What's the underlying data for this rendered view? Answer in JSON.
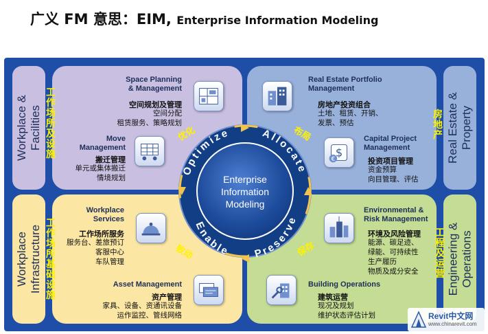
{
  "title": {
    "main": "广义 FM 意思：EIM,",
    "sub": "Enterprise Information Modeling"
  },
  "sides": {
    "workplace_facilities": {
      "en": [
        "Workplace &",
        "Facilities"
      ],
      "zh": "工作场所及设施"
    },
    "real_estate": {
      "en": [
        "Real Estate &",
        "Property"
      ],
      "zh": "房地产"
    },
    "workplace_infrastructure": {
      "en": [
        "Workplace",
        "Infrastructure"
      ],
      "zh": "工作场所基础设施"
    },
    "engineering": {
      "en": [
        "Engineering &",
        "Operations"
      ],
      "zh": "工程及运营"
    }
  },
  "sections": {
    "space": {
      "en": [
        "Space Planning",
        "& Management"
      ],
      "zh_title": "空间规划及管理",
      "zh_lines": [
        "空间分配",
        "租赁服务、策略规划"
      ]
    },
    "move": {
      "en": [
        "Move",
        "Management"
      ],
      "zh_title": "搬迁管理",
      "zh_lines": [
        "单元或集体搬迁",
        "情境规划"
      ]
    },
    "portfolio": {
      "en": [
        "Real Estate Portfolio",
        "Management"
      ],
      "zh_title": "房地产投资组合",
      "zh_lines": [
        "土地、租赁、开销、",
        "发票、预估"
      ]
    },
    "capital": {
      "en": [
        "Capital Project",
        "Management"
      ],
      "zh_title": "投资项目管理",
      "zh_lines": [
        "资金预算",
        "向目管理、评估"
      ]
    },
    "services": {
      "en": [
        "Workplace",
        "Services"
      ],
      "zh_title": "工作场所服务",
      "zh_lines": [
        "服务台、差旅预订",
        "客服中心",
        "车队管理"
      ]
    },
    "asset": {
      "en": [
        "Asset Management"
      ],
      "zh_title": "资产管理",
      "zh_lines": [
        "家具、设备、资通讯设备",
        "运作监控、管线网络"
      ]
    },
    "environmental": {
      "en": [
        "Environmental &",
        "Risk Management"
      ],
      "zh_title": "环境及风险管理",
      "zh_lines": [
        "能源、碳足迹、",
        "绿能、可持续性",
        "生产履历",
        "物质及成分安全"
      ]
    },
    "building": {
      "en": [
        "Building Operations"
      ],
      "zh_title": "建筑运营",
      "zh_lines": [
        "现况及规划",
        "维护状态评估计划"
      ]
    }
  },
  "ring": {
    "optimize": "Optimize",
    "allocate": "Allocate",
    "enable": "Enable",
    "preserve": "Preserve",
    "optimize_zh": "优化",
    "allocate_zh": "布局",
    "enable_zh": "致动",
    "preserve_zh": "保存"
  },
  "center": {
    "lines": [
      "Enterprise",
      "Information",
      "Modeling"
    ]
  },
  "watermark": {
    "brand": "Revit中文网",
    "url": "www.chinarevit.com"
  },
  "colors": {
    "frame": "#1f4ea8",
    "top_left": "#c9bfe0",
    "top_right": "#98b1da",
    "bottom_left": "#fbe6a4",
    "bottom_right": "#c4dc94",
    "ring": "#123e86",
    "highlight": "#fff200"
  }
}
